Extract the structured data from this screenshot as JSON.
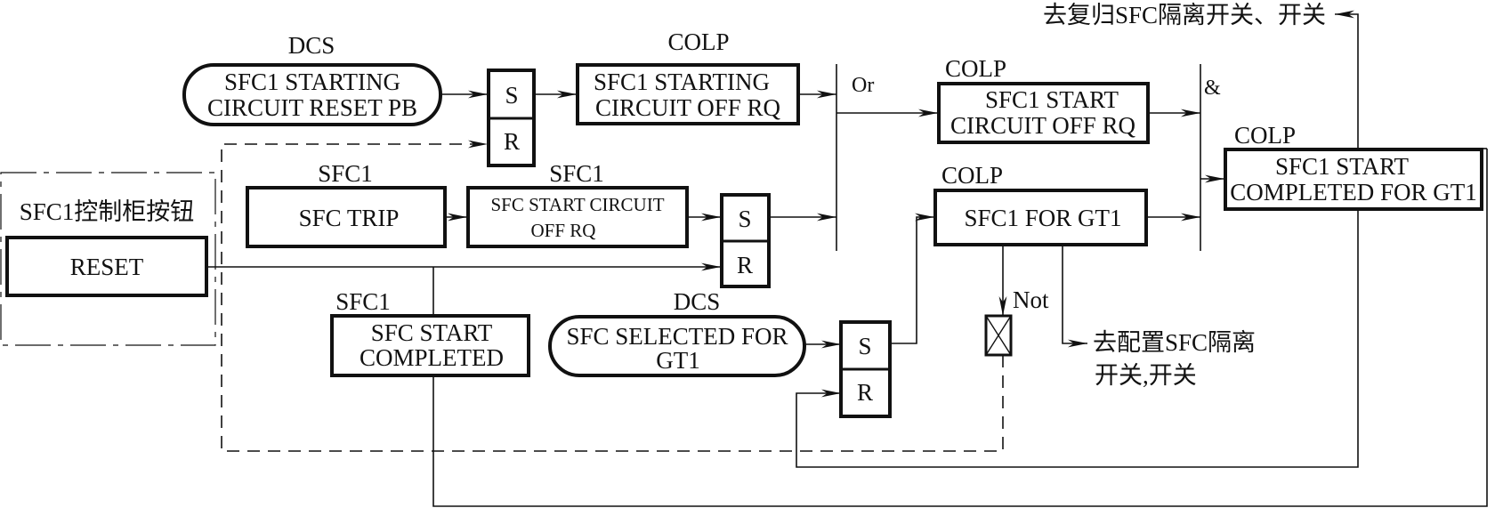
{
  "diagram": {
    "top_output_text": "去复归SFC隔离开关、开关",
    "right_output_text_line1": "去配置SFC隔离",
    "right_output_text_line2": "开关,开关",
    "panel": {
      "title": "SFC1控制柜按钮",
      "reset_button": "RESET"
    },
    "nodes": {
      "dcs_reset_pb": {
        "source": "DCS",
        "line1": "SFC1 STARTING",
        "line2": "CIRCUIT RESET PB"
      },
      "colp_starting_off_rq": {
        "source": "COLP",
        "line1": "SFC1 STARTING",
        "line2": "CIRCUIT OFF RQ"
      },
      "colp_start_off_rq": {
        "source": "COLP",
        "line1": "SFC1 START",
        "line2": "CIRCUIT OFF RQ"
      },
      "colp_start_completed_gt1": {
        "source": "COLP",
        "line1": "SFC1 START",
        "line2": "COMPLETED FOR GT1"
      },
      "sfc_trip": {
        "source": "SFC1",
        "line1": "SFC TRIP"
      },
      "sfc_start_circuit_off_rq": {
        "source": "SFC1",
        "line1": "SFC START CIRCUIT",
        "line2": "OFF RQ"
      },
      "colp_sfc1_for_gt1": {
        "source": "COLP",
        "line1": "SFC1 FOR GT1"
      },
      "sfc_start_completed": {
        "source": "SFC1",
        "line1": "SFC START",
        "line2": "COMPLETED"
      },
      "dcs_selected_gt1": {
        "source": "DCS",
        "line1": "SFC SELECTED FOR",
        "line2": "GT1"
      }
    },
    "flipflops": [
      {
        "set": "S",
        "reset": "R"
      },
      {
        "set": "S",
        "reset": "R"
      },
      {
        "set": "S",
        "reset": "R"
      }
    ],
    "gates": {
      "or_label": "Or",
      "and_label": "&",
      "not_label": "Not"
    }
  }
}
